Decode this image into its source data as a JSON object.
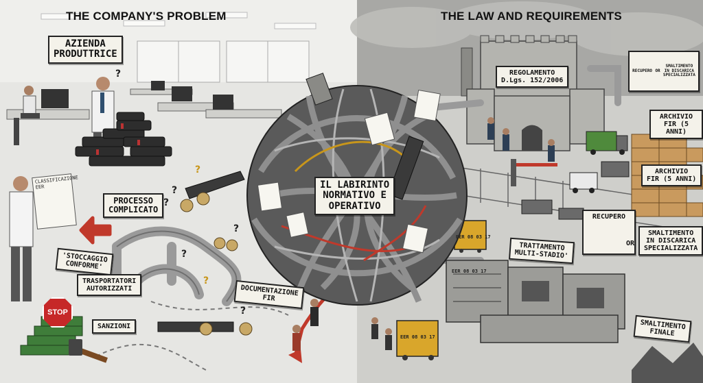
{
  "left_panel": {
    "title": "THE COMPANY'S PROBLEM",
    "company_sign": "AZIENDA\nPRODUTTRICE",
    "paper_classification": "CLASSIFICAZIONE\nEER",
    "process_sign": "PROCESSO\nCOMPLICATO",
    "storage_sign": "'STOCCAGGIO\nCONFORME'",
    "transport_sign": "TRASPORTATORI\nAUTORIZZATI",
    "documentation_sign": "DOCUMENTAZIONE\nFIR",
    "sanctions_sign": "SANZIONI",
    "stop_sign": "STOP"
  },
  "center": {
    "maze_sign": "IL LABIRINTO\nNORMATIVO E\nOPERATIVO"
  },
  "right_panel": {
    "title": "THE LAW AND REQUIREMENTS",
    "regulation_sign": "REGOLAMENTO\nD.Lgs. 152/2006",
    "top_board_recupero": "RECUPERO",
    "top_board_or": "OR",
    "top_board_smaltimento": "SMALTIMENTO\nIN DISCARICA\nSPECIALIZZATA",
    "archive_sign_1": "ARCHIVIO\nFIR (5 ANNI)",
    "archive_sign_2": "ARCHIVIO\nFIR (5 ANNI)",
    "recupero_sign": "RECUPERO",
    "or_label": "OR",
    "smaltimento_sign": "SMALTIMENTO\nIN DISCARICA\nSPECIALIZZATA",
    "treatment_sign": "TRATTAMENTO\nMULTI-STADIO'",
    "final_disposal_sign": "SMALTIMENTO\nFINALE",
    "bin_code_1": "EER 08 03 17",
    "bin_code_2": "EER 08 03 17",
    "bin_code_3": "EER 08 03 17"
  },
  "colors": {
    "left_bg": "#e6e6e3",
    "right_bg": "#cfcfcb",
    "sign_bg": "#f4f2ea",
    "arrow_red": "#c0392b",
    "cash_green": "#3f7d3a",
    "bin_yellow": "#d9a62b",
    "trailer_green": "#4f8a3c"
  }
}
